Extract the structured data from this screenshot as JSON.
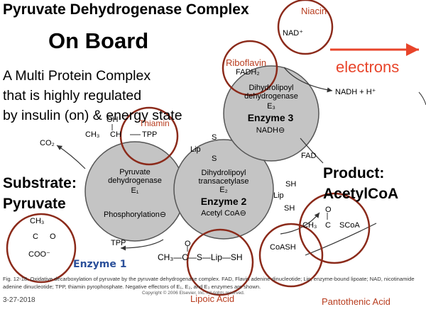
{
  "slide": {
    "title": "Pyruvate Dehydrogenase Complex",
    "subtitle": "On Board",
    "desc_line1": "A Multi Protein Complex",
    "desc_line2": "that is highly regulated",
    "desc_line3": "by insulin (on) & energy state",
    "substrate_line1": "Substrate:",
    "substrate_line2": "Pyruvate",
    "product_line1": "Product:",
    "product_line2": "AcetylCoA",
    "date": "3-27-2018"
  },
  "vitamins": {
    "niacin": "Niacin",
    "riboflavin": "Riboflavin",
    "thiamin": "Thiamin",
    "lipoic": "Lipoic Acid",
    "pantothenic": "Pantothenic Acid"
  },
  "arrow_label": "electrons",
  "enzymes": {
    "e1_name": "Pyruvate dehydrogenase",
    "e1_sub": "E₁",
    "e1_reg": "Phosphorylation⊖",
    "e1_tag": "Enzyme 1",
    "e2_name": "Dihydrolipoyl transacetylase",
    "e2_sub": "E₂",
    "e2_tag": "Enzyme 2",
    "e2_reg": "Acetyl CoA⊖",
    "e3_name": "Dihydrolipoyl dehydrogenase",
    "e3_sub": "E₃",
    "e3_tag": "Enzyme 3",
    "e3_reg": "NADH⊖"
  },
  "molecules": {
    "nad": "NAD⁺",
    "fadh2": "FADH₂",
    "nadh": "NADH + H⁺",
    "fad": "FAD",
    "co2": "CO₂",
    "oh": "OH",
    "ch3": "CH₃",
    "ch": "CH",
    "tpp": "TPP",
    "tpp_bottom": "TPP",
    "lip": "Lip",
    "s": "S",
    "sh": "SH",
    "pyr_ch3": "CH₃",
    "pyr_c": "C",
    "pyr_o": "O",
    "pyr_coo": "COO⁻",
    "acetyl_chain": "CH₃—C—S—Lip—SH",
    "acetyl_o": "O",
    "prod_ch3": "CH₃",
    "prod_c": "C",
    "prod_scoa": "SCoA",
    "prod_o": "O",
    "coash": "CoASH"
  },
  "caption": "Fig. 12-18. Oxidative decarboxylation of pyruvate by the pyruvate dehydrogenase complex. FAD, Flavin adenine dinucleotide; Lip, enzyme-bound lipoate; NAD, nicotinamide adenine dinucleotide; TPP, thiamin pyrophosphate. Negative effectors of E₁, E₂, and E₃ enzymes are shown.",
  "copyright": "Copyright © 2006 Elsevier, Inc. All rights reserved.",
  "colors": {
    "enzyme_fill": "#c4c4c4",
    "circle_stroke": "#8b2a1a",
    "arrow": "#e8442a",
    "vitamin_text": "#b83c1e"
  }
}
